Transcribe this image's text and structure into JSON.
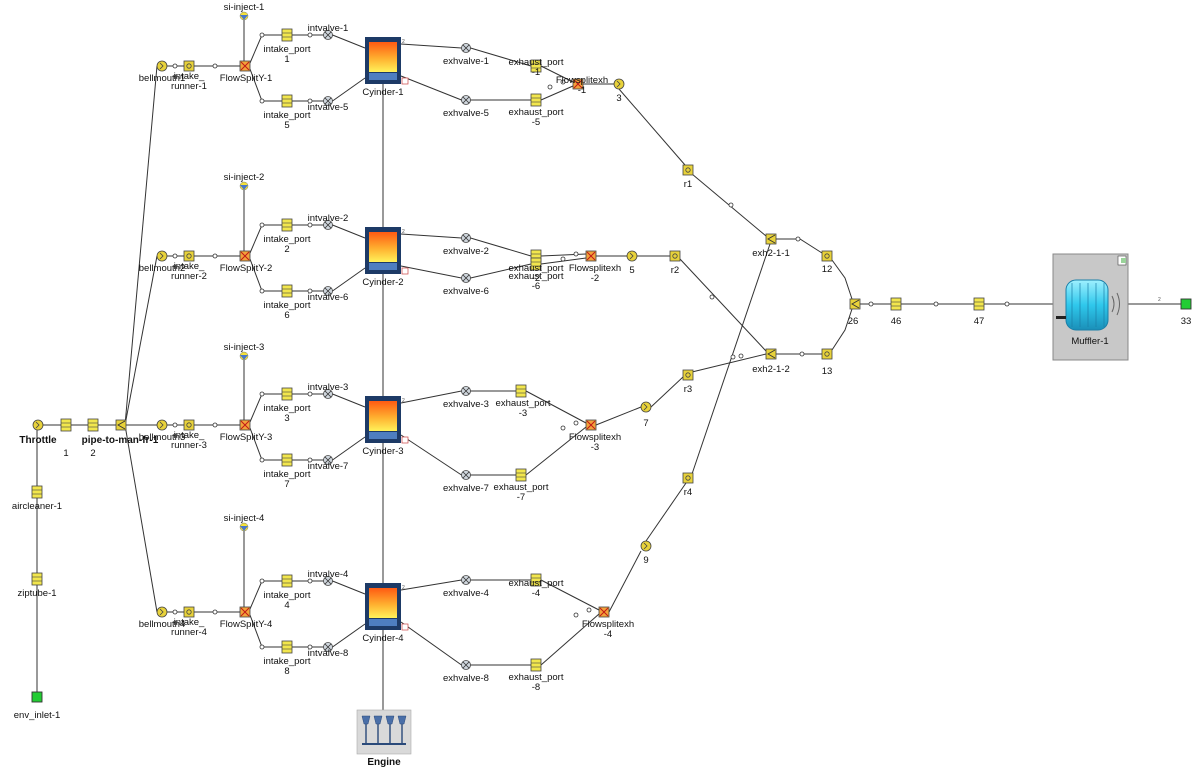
{
  "diagram": {
    "colors": {
      "line": "#333333",
      "pipe_fill": "#f2e64d",
      "node_fill": "#e8d23a",
      "env_fill": "#22cc33",
      "cyl_frame": "#1d3a66",
      "cyl_hot": "#ff6a1a",
      "cyl_warm": "#ffe24a",
      "muffler_box": "#c8c8c8",
      "muffler_body": "#3fd0f0"
    },
    "components": {
      "env_inlet": "env_inlet-1",
      "ziptube": "ziptube-1",
      "aircleaner": "aircleaner-1",
      "throttle": "Throttle",
      "pipe_1": "1",
      "pipe_2": "2",
      "plenum": "pipe-to-man-fr-1",
      "bellmouth": [
        "bellmouth1",
        "bellmouth2",
        "bellmouth3",
        "bellmouth4"
      ],
      "runner": [
        "intake_\nrunner-1",
        "intake_\nrunner-2",
        "intake_\nrunner-3",
        "intake_\nrunner-4"
      ],
      "flowsplit": [
        "FlowSplitY-1",
        "FlowSplitY-2",
        "FlowSplitY-3",
        "FlowSplitY-4"
      ],
      "injector": [
        "si-inject-1",
        "si-inject-2",
        "si-inject-3",
        "si-inject-4"
      ],
      "intake_port_a": [
        "intake_port\n1",
        "intake_port\n2",
        "intake_port\n3",
        "intake_port\n4"
      ],
      "intake_port_b": [
        "intake_port\n5",
        "intake_port\n6",
        "intake_port\n7",
        "intake_port\n8"
      ],
      "intvalve_a": [
        "intvalve-1",
        "intvalve-2",
        "intvalve-3",
        "intvalve-4"
      ],
      "intvalve_b": [
        "intvalve-5",
        "intvalve-6",
        "intvalve-7",
        "intvalve-8"
      ],
      "cylinder": [
        "Cyinder-1",
        "Cyinder-2",
        "Cyinder-3",
        "Cyinder-4"
      ],
      "exhvalve_a": [
        "exhvalve-1",
        "exhvalve-2",
        "exhvalve-3",
        "exhvalve-4"
      ],
      "exhvalve_b": [
        "exhvalve-5",
        "exhvalve-6",
        "exhvalve-7",
        "exhvalve-8"
      ],
      "exhaust_port_a": [
        "exhaust_port\n-1",
        "exhaust_port\n-2",
        "exhaust_port\n-3",
        "exhaust_port\n-4"
      ],
      "exhaust_port_b": [
        "exhaust_port\n-5",
        "exhaust_port\n-6",
        "exhaust_port\n-7",
        "exhaust_port\n-8"
      ],
      "flowsplitexh": [
        "Flowsplitexh\n-1",
        "Flowsplitexh\n-2",
        "Flowsplitexh\n-3",
        "Flowsplitexh\n-4"
      ],
      "exh_bend": [
        "3",
        "5",
        "7",
        "9"
      ],
      "exh_runner": [
        "r1",
        "r2",
        "r3",
        "r4"
      ],
      "exh_merge": [
        "exh2-1-1",
        "exh2-1-2"
      ],
      "merge_pipe": [
        "12",
        "13"
      ],
      "collector": "26",
      "pipe_46": "46",
      "pipe_47": "47",
      "muffler": "Muffler-1",
      "env_outlet": "33",
      "engine": "Engine"
    }
  }
}
